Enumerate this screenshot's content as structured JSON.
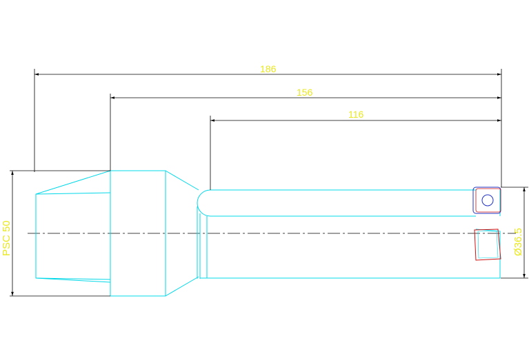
{
  "dimensions": {
    "overall_length": "186",
    "middle_length": "156",
    "bar_length": "116",
    "left_height": "PSC 50",
    "right_diameter": "Ø36.5"
  },
  "colors": {
    "background": "#ffffff",
    "outline": "#00d8e8",
    "dimension_line": "#000000",
    "dimension_text": "#e8e820",
    "insert_blue": "#2030c0",
    "insert_red": "#d01010",
    "centerline": "#000000"
  }
}
